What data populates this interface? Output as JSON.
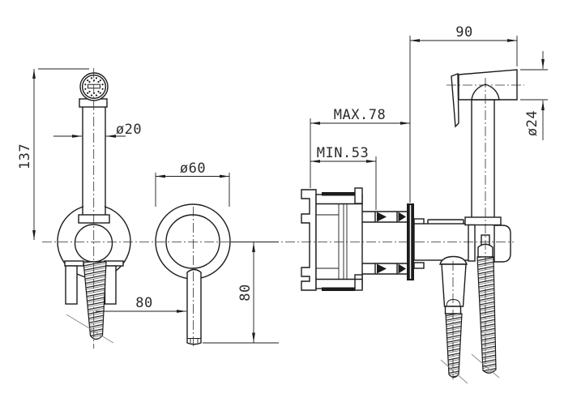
{
  "drawing": {
    "colors": {
      "background": "#ffffff",
      "line": "#1c1c1c",
      "dimension_text": "#2b2b2b",
      "break_line": "#8d8d8d"
    },
    "labels": {
      "head_height": "137",
      "hose_diameter": "ø20",
      "rosette_diameter": "ø60",
      "hose_offset": "80",
      "lever_length": "80",
      "head_projection": "90",
      "head_diameter": "ø24",
      "depth_max": "MAX.78",
      "depth_min": "MIN.53"
    }
  }
}
